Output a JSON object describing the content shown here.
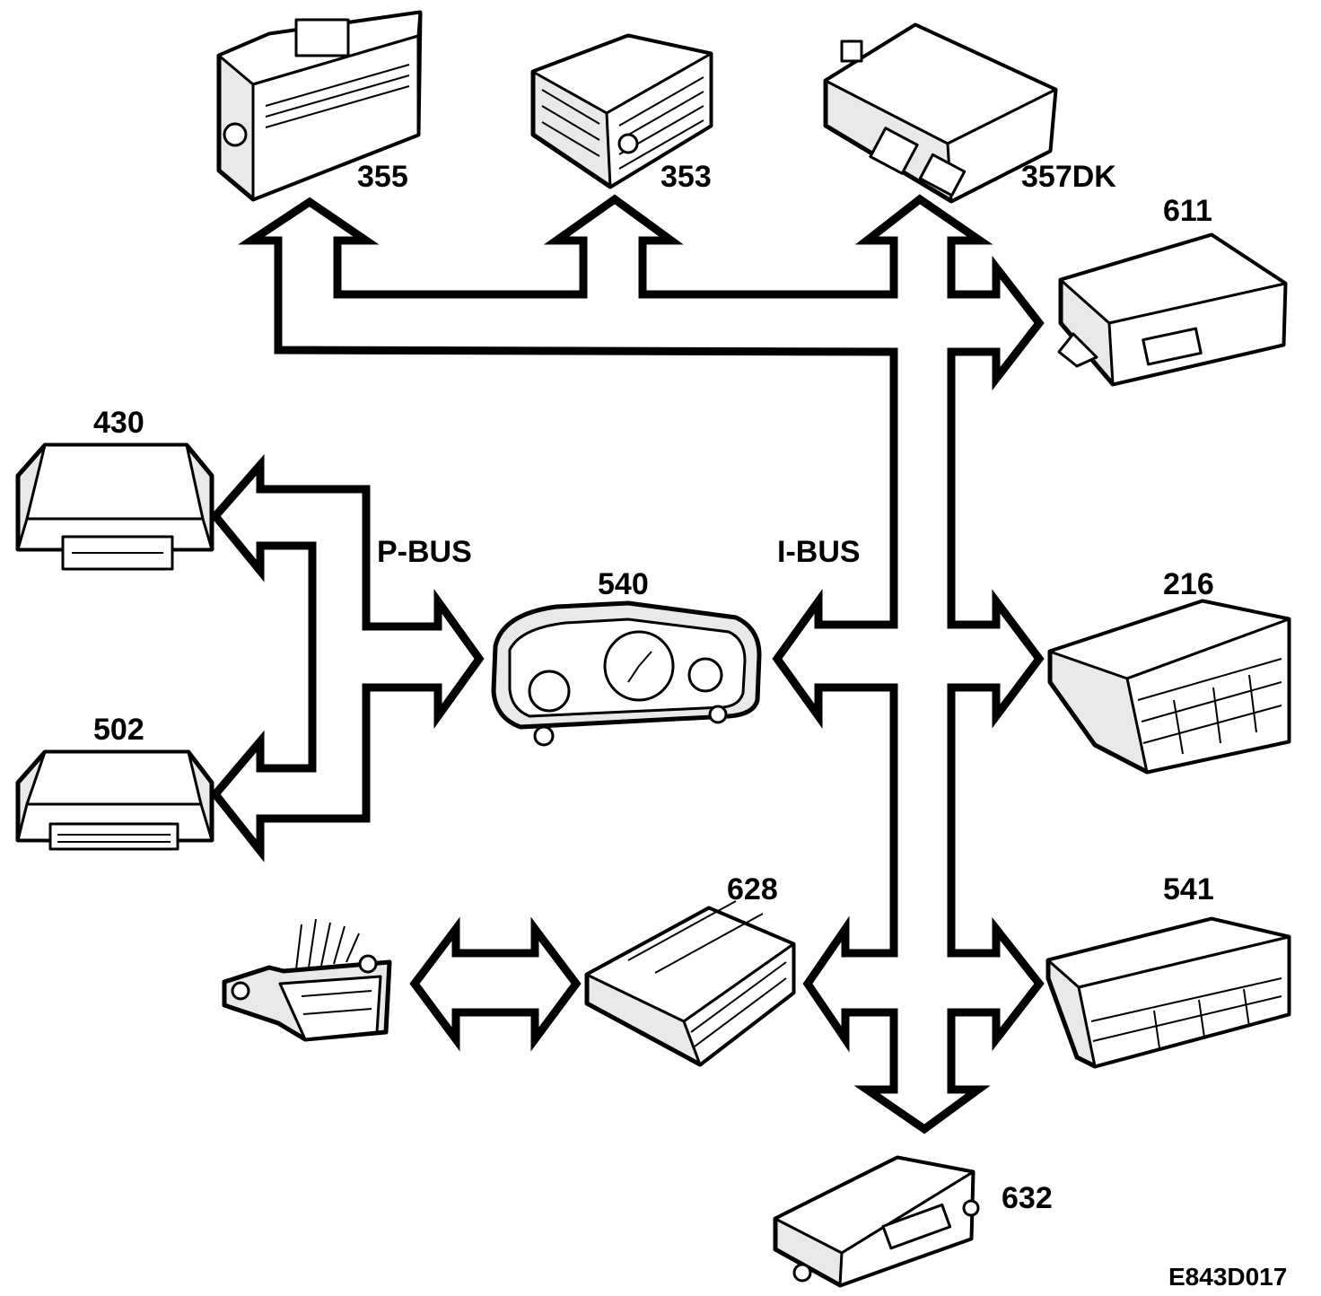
{
  "buses": {
    "p_bus": "P-BUS",
    "i_bus": "I-BUS"
  },
  "modules": {
    "m355": "355",
    "m353": "353",
    "m357dk": "357DK",
    "m611": "611",
    "m430": "430",
    "m540": "540",
    "m216": "216",
    "m502": "502",
    "m628": "628",
    "m541": "541",
    "m632": "632"
  },
  "figure_code": "E843D017"
}
